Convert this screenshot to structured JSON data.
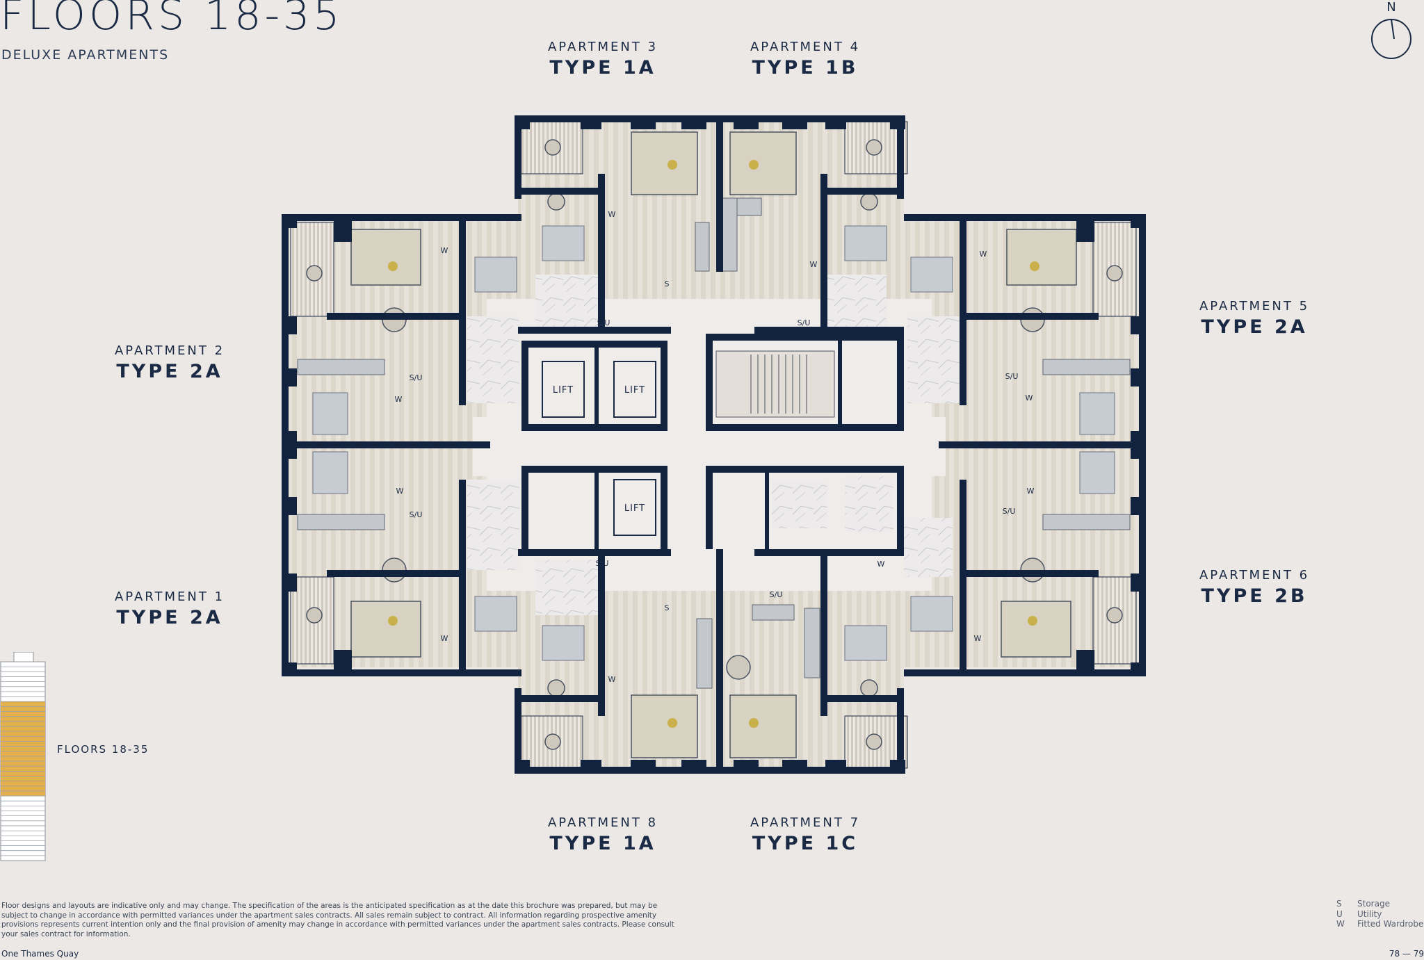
{
  "header": {
    "title": "FLOORS 18-35",
    "subtitle": "DELUXE APARTMENTS"
  },
  "compass": {
    "label": "N"
  },
  "apartments": [
    {
      "id": "3",
      "label": "APARTMENT 3",
      "type": "TYPE 1A"
    },
    {
      "id": "4",
      "label": "APARTMENT 4",
      "type": "TYPE 1B"
    },
    {
      "id": "2",
      "label": "APARTMENT 2",
      "type": "TYPE 2A"
    },
    {
      "id": "5",
      "label": "APARTMENT 5",
      "type": "TYPE 2A"
    },
    {
      "id": "1",
      "label": "APARTMENT 1",
      "type": "TYPE 2A"
    },
    {
      "id": "6",
      "label": "APARTMENT 6",
      "type": "TYPE 2B"
    },
    {
      "id": "8",
      "label": "APARTMENT 8",
      "type": "TYPE 1A"
    },
    {
      "id": "7",
      "label": "APARTMENT 7",
      "type": "TYPE 1C"
    }
  ],
  "plan_labels": {
    "lift": "LIFT",
    "storage_utility": "S/U",
    "wardrobe": "W",
    "storage": "S"
  },
  "stack": {
    "label": "FLOORS 18-35",
    "highlight_color": "#e3b04b"
  },
  "disclaimer": "Floor designs and layouts are indicative only and may change. The specification of the areas is the anticipated specification as at the date this brochure was prepared, but may be subject to change in accordance with permitted variances under the apartment sales contracts. All sales remain subject to contract. All information regarding prospective amenity provisions represents current intention only and the final provision of amenity may change in accordance with permitted variances under the apartment sales contracts. Please consult your sales contract for information.",
  "legend": [
    {
      "key": "S",
      "value": "Storage"
    },
    {
      "key": "U",
      "value": "Utility"
    },
    {
      "key": "W",
      "value": "Fitted Wardrobe"
    }
  ],
  "footer": {
    "left": "One Thames Quay",
    "right": "78 — 79"
  },
  "colors": {
    "wall": "#12233f",
    "floor": "#e5e1da",
    "background": "#ebe8e5",
    "accent": "#c9b04a"
  }
}
